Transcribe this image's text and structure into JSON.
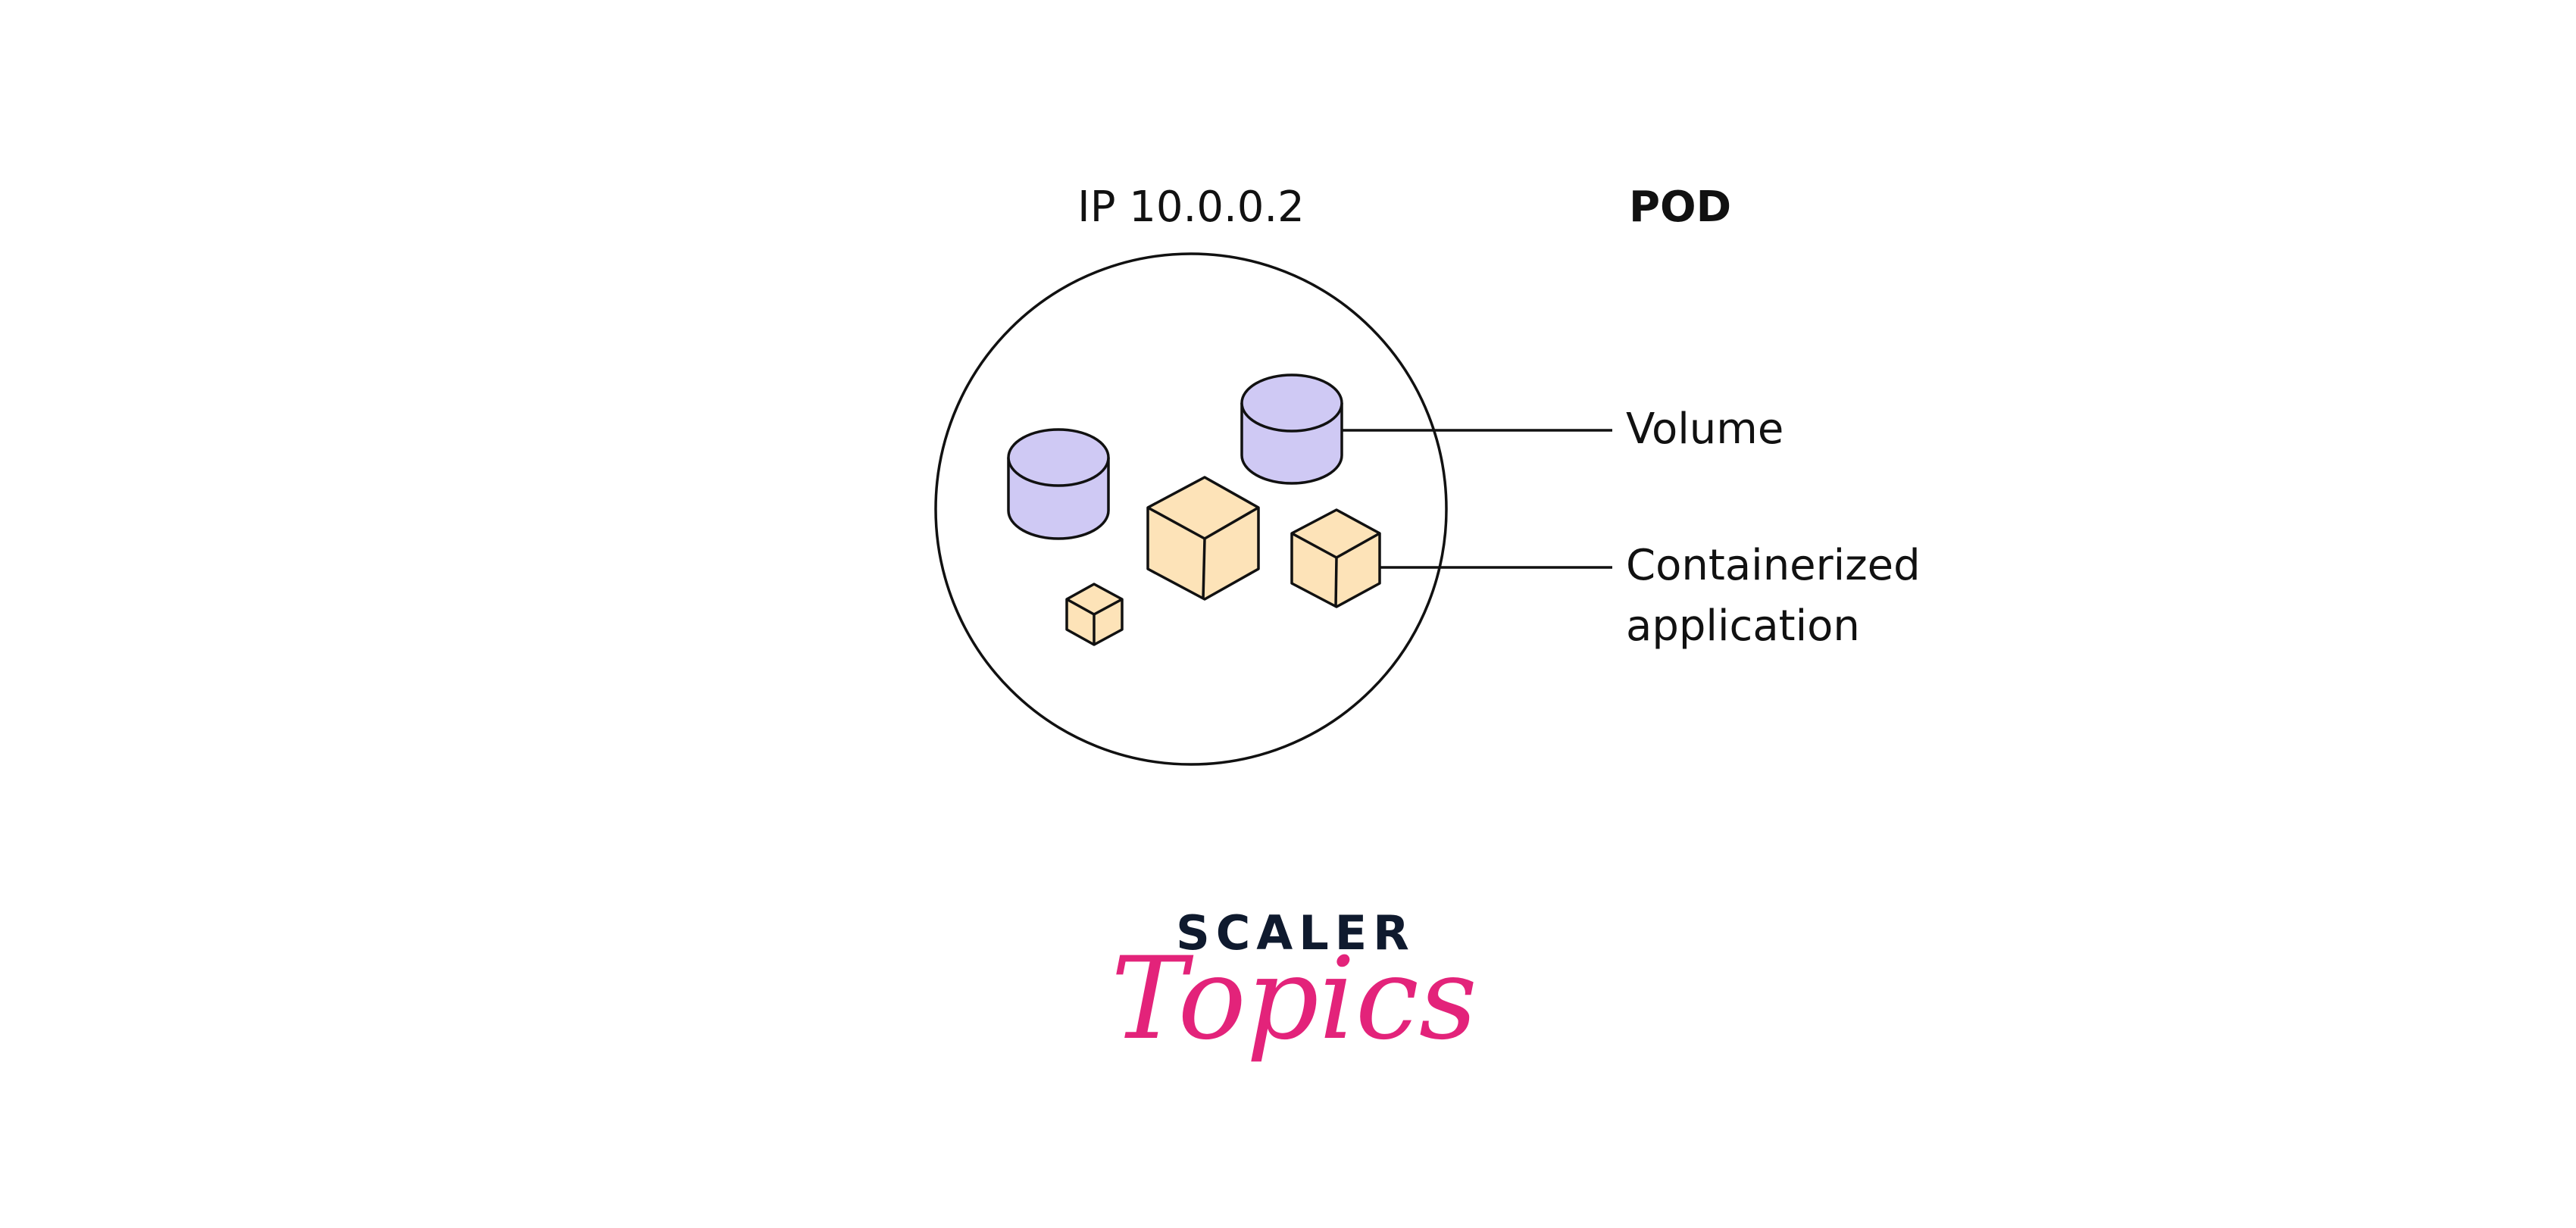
{
  "diagram": {
    "ip_label": "IP 10.0.0.2",
    "pod_label": "POD",
    "volume_label": "Volume",
    "container_label_line1": "Containerized",
    "container_label_line2": "application"
  },
  "logo": {
    "line1": "SCALER",
    "line2": "Topics"
  },
  "colors": {
    "volume_fill": "#cfc9f4",
    "container_fill": "#fde3b8",
    "stroke": "#111111",
    "brand_dark": "#0f1a2e",
    "brand_pink": "#e3237a"
  }
}
